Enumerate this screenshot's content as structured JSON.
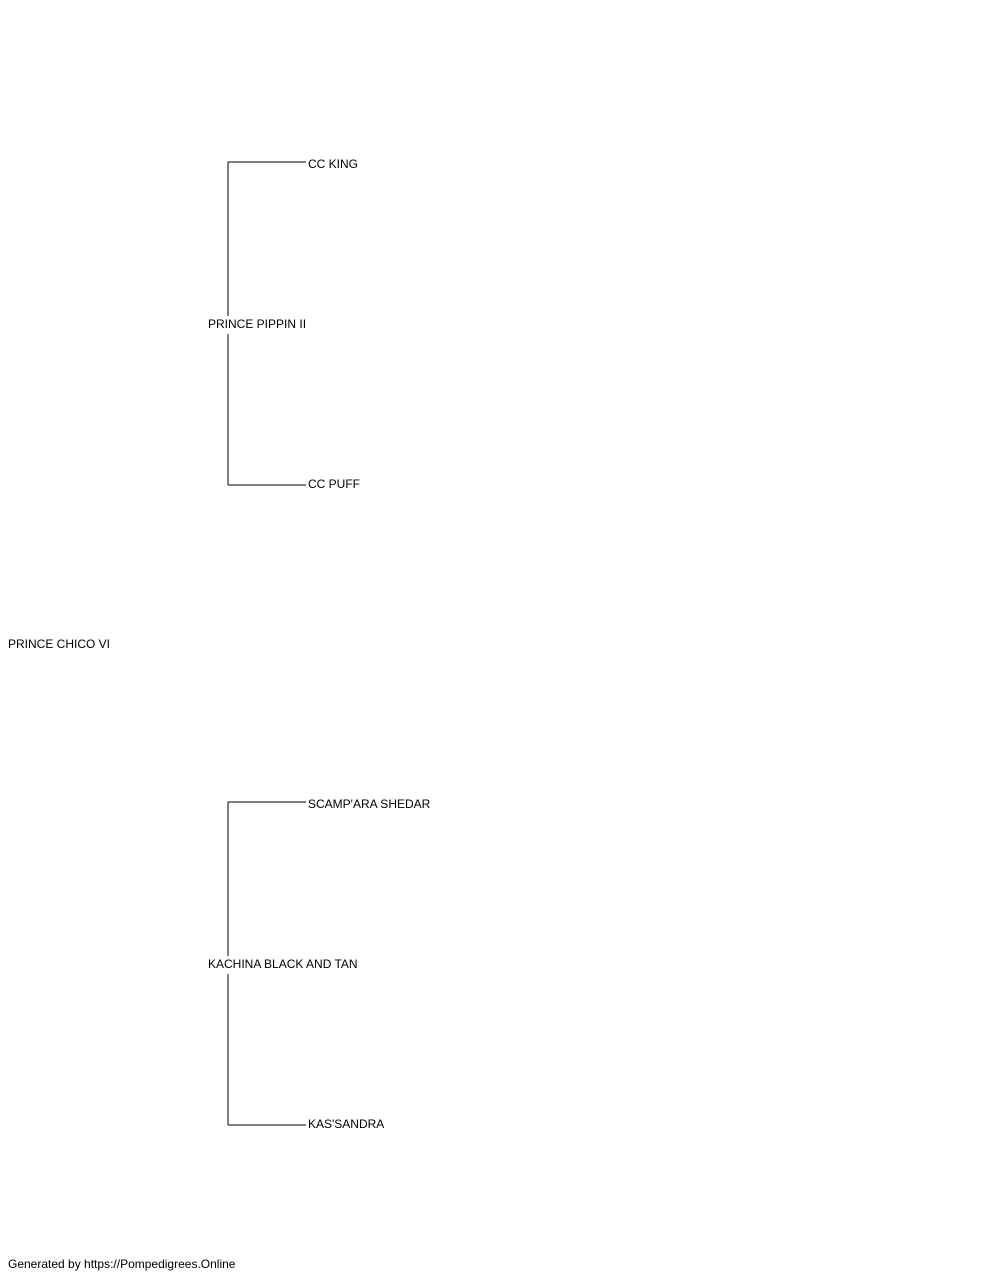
{
  "pedigree": {
    "subject": "PRINCE CHICO VI",
    "sire": {
      "name": "PRINCE PIPPIN II",
      "sire": "CC KING",
      "dam": "CC PUFF"
    },
    "dam": {
      "name": "KACHINA BLACK AND TAN",
      "sire": "SCAMP'ARA SHEDAR",
      "dam": "KAS'SANDRA"
    }
  },
  "footer": {
    "text": "Generated by https://Pompedigrees.Online"
  },
  "colors": {
    "line": "#000000",
    "text": "#000000",
    "background": "#ffffff"
  }
}
